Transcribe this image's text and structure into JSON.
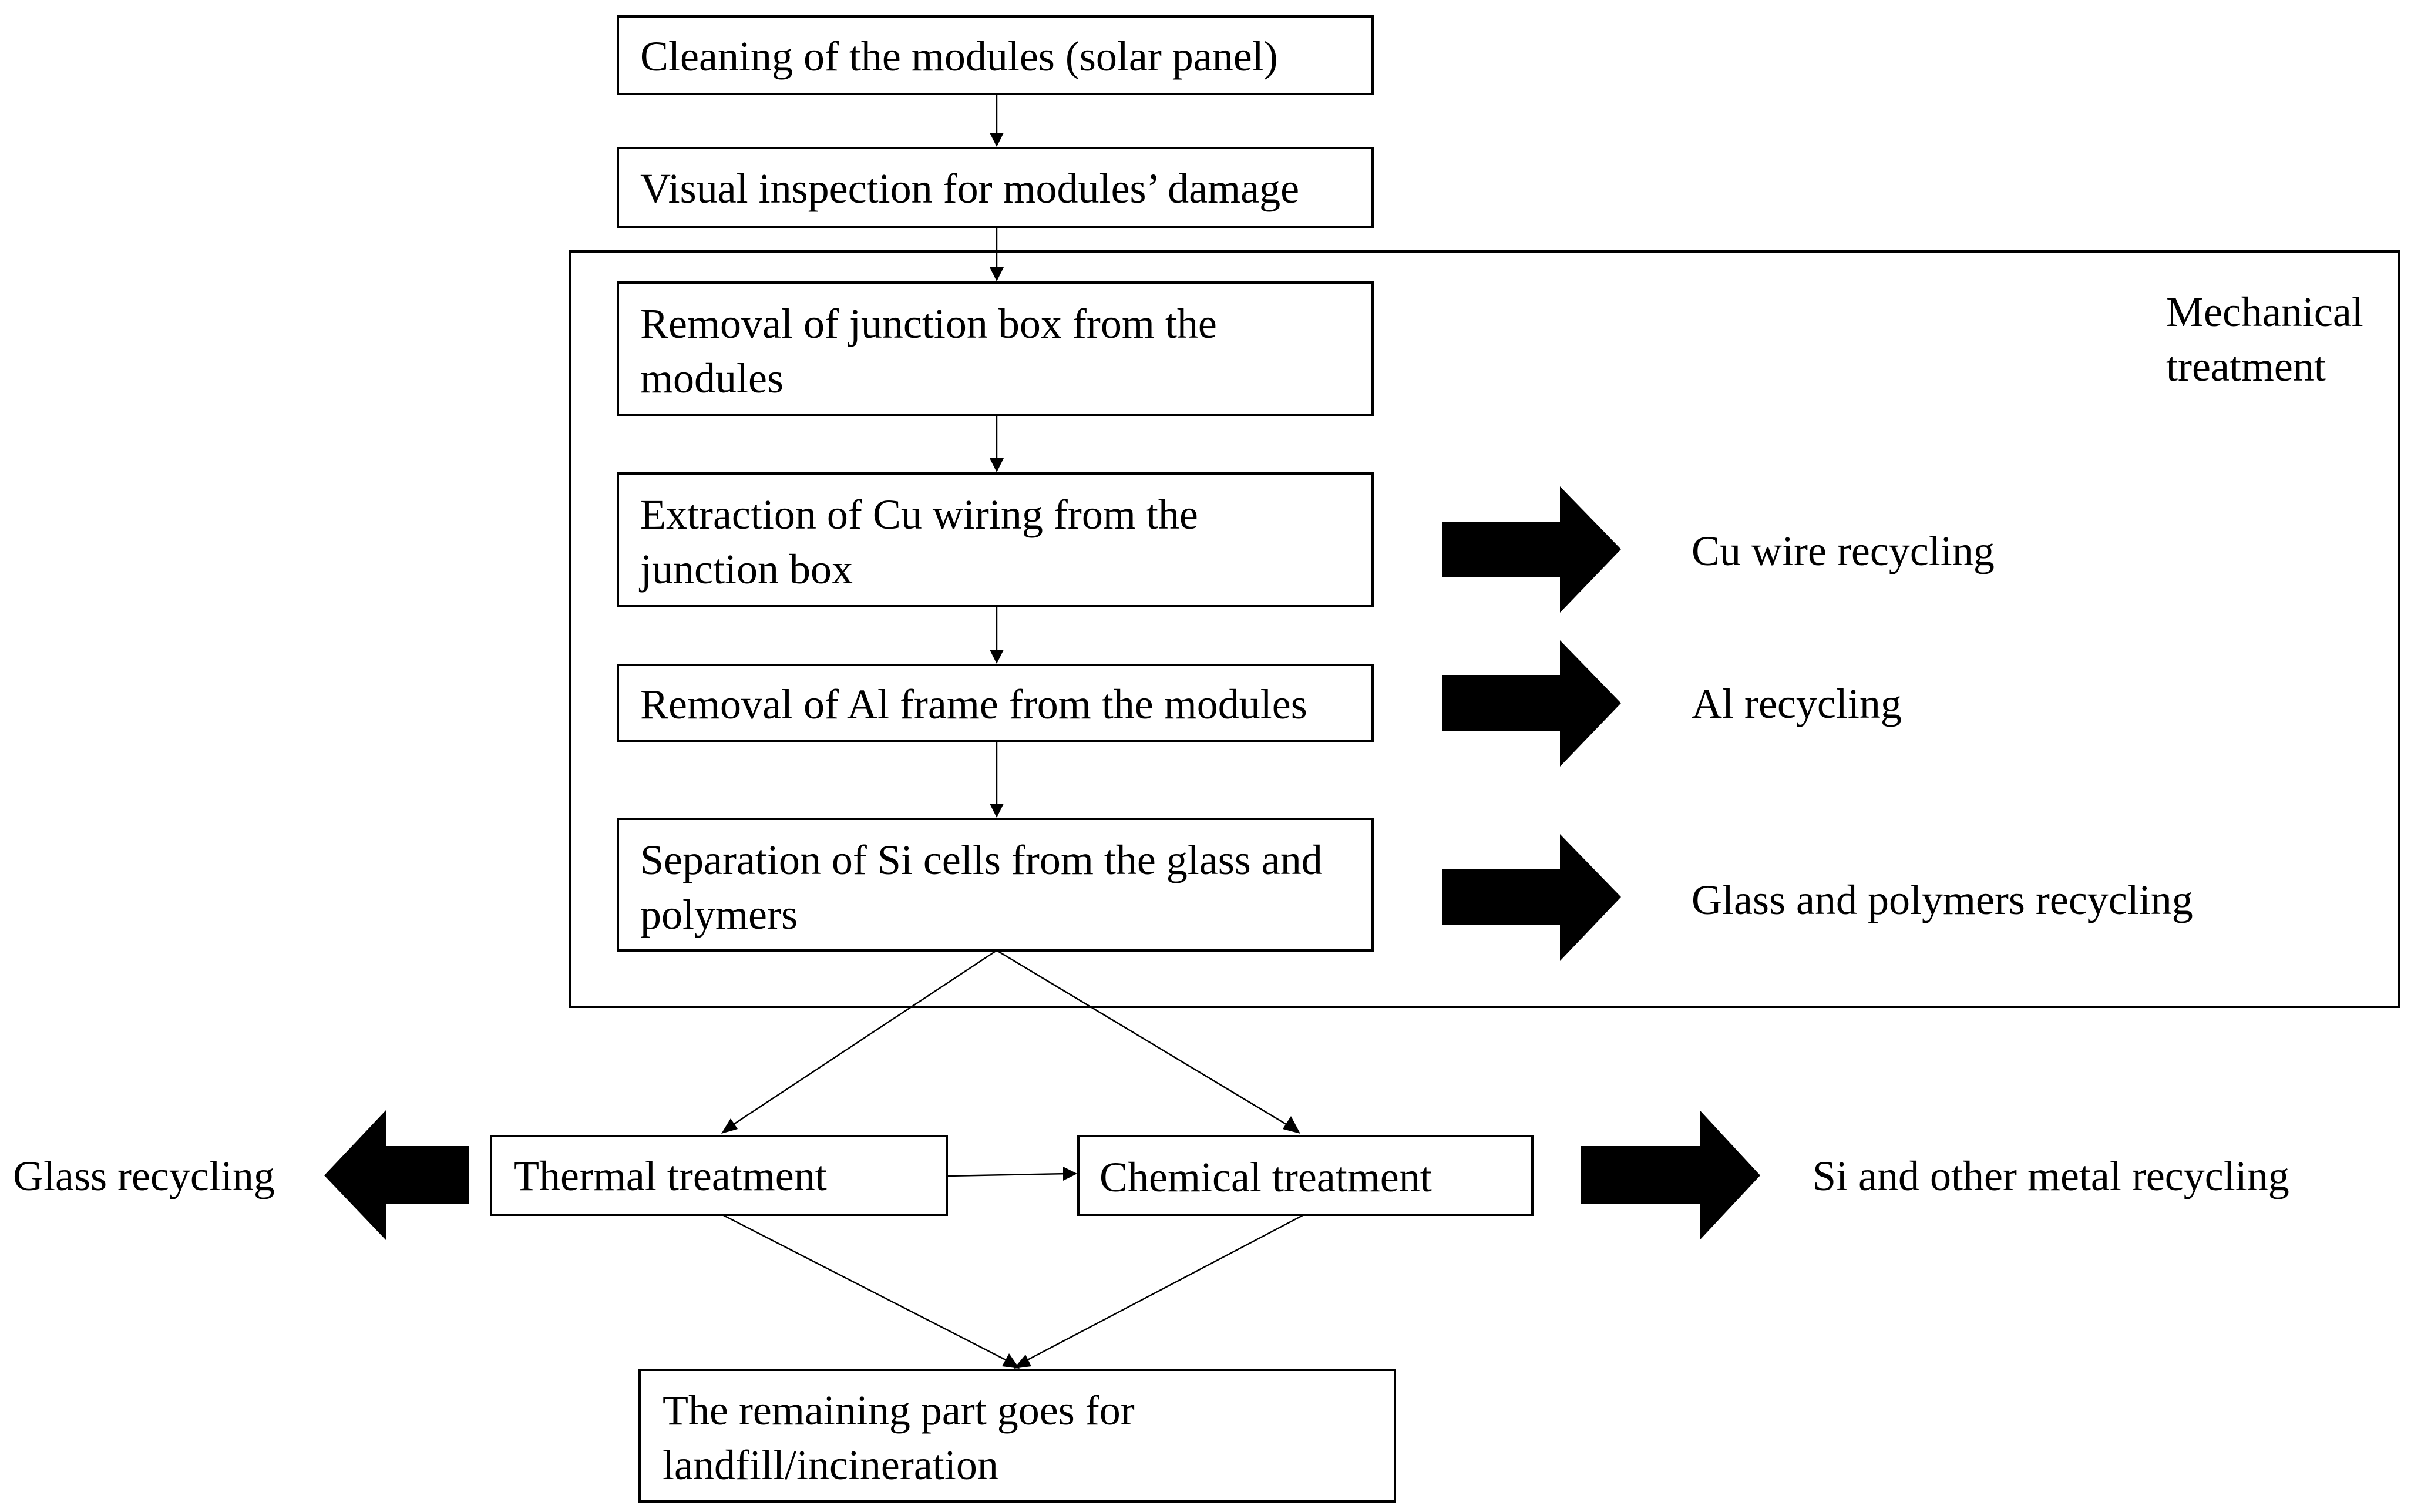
{
  "colors": {
    "stroke": "#000000",
    "fill": "#ffffff",
    "text": "#000000"
  },
  "diagram": {
    "group": {
      "label_lines": [
        "Mechanical",
        "treatment"
      ]
    },
    "steps": {
      "cleaning": [
        "Cleaning of the modules (solar panel)"
      ],
      "inspection": [
        "Visual inspection for modules’ damage"
      ],
      "junction_box_removal": [
        "Removal of junction box from the",
        "modules"
      ],
      "cu_extraction": [
        "Extraction of Cu wiring from the",
        "junction box"
      ],
      "al_frame_removal": [
        "Removal of Al frame from the modules"
      ],
      "si_separation": [
        "Separation of Si cells from the glass and",
        "polymers"
      ],
      "thermal": [
        "Thermal treatment"
      ],
      "chemical": [
        "Chemical treatment"
      ],
      "remaining": [
        "The remaining part goes for",
        "landfill/incineration"
      ]
    },
    "outputs": {
      "cu_recycling": "Cu wire recycling",
      "al_recycling": "Al recycling",
      "glass_polymers_recycling": "Glass and polymers recycling",
      "glass_recycling": "Glass recycling",
      "si_metal_recycling": "Si and other metal recycling"
    }
  }
}
